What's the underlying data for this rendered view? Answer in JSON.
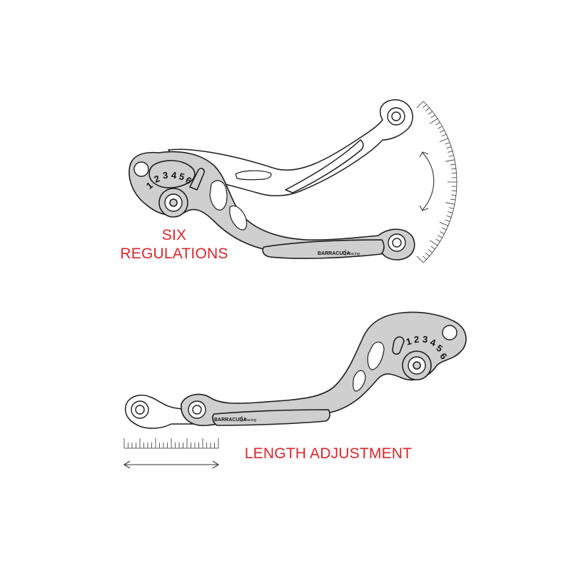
{
  "labels": {
    "six_line1": "SIX",
    "six_line2": "REGULATIONS",
    "length": "LENGTH ADJUSTMENT"
  },
  "dial_numbers": [
    "1",
    "2",
    "3",
    "4",
    "5",
    "6"
  ],
  "brand": {
    "name": "BARRACUDA",
    "sub": "Racing"
  },
  "colors": {
    "label": "#d9262b",
    "lever_fill": "#cfcfcf",
    "outline": "#1e1e1e"
  }
}
